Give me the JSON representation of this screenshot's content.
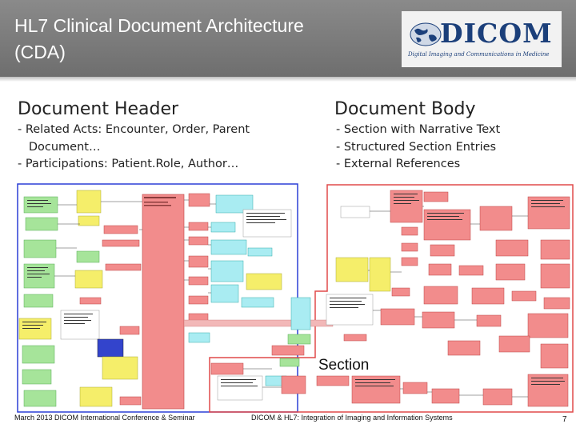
{
  "slide": {
    "title_line1": "HL7 Clinical Document Architecture",
    "title_line2": "(CDA)"
  },
  "logo": {
    "wordmark": "DICOM",
    "tagline": "Digital Imaging and Communications in Medicine"
  },
  "left_column": {
    "heading": "Document Header",
    "bullets": [
      "- Related Acts: Encounter, Order, Parent",
      "   Document…",
      "- Participations: Patient.Role, Author…"
    ]
  },
  "right_column": {
    "heading": "Document Body",
    "bullets": [
      "- Section with Narrative Text",
      "- Structured Section Entries",
      "- External References"
    ]
  },
  "diagram": {
    "section_label": "Section"
  },
  "footer": {
    "left": "March 2013 DICOM International Conference & Seminar",
    "center": "DICOM & HL7: Integration of Imaging and Information Systems",
    "page_number": "7"
  },
  "colors": {
    "header_bg": "#7a7a7a",
    "class_red": "#f28c8c",
    "class_yellow": "#f5ee6a",
    "class_green": "#a6e49a",
    "class_cyan": "#a9ecf2",
    "class_blue": "#3344cc"
  }
}
